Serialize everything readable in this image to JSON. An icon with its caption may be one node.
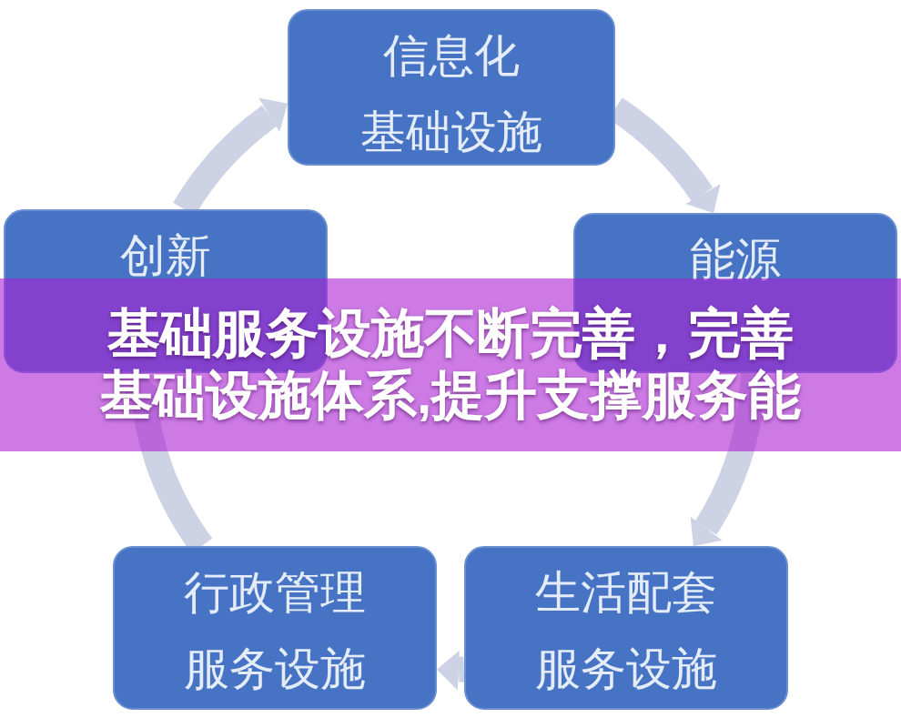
{
  "diagram": {
    "caption": "基础服务设施不断完善，完善基础设施体系,提升支撑服务能",
    "nodes": [
      {
        "text": [
          "信息化",
          "基础设施"
        ]
      },
      {
        "text": [
          "创新"
        ]
      },
      {
        "text": [
          "能源"
        ]
      },
      {
        "text": [
          "行政管理",
          "服务设施"
        ]
      },
      {
        "text": [
          "生活配套",
          "服务设施"
        ]
      }
    ],
    "edges": [
      {
        "from": 0,
        "to": 2,
        "arrow": "to"
      },
      {
        "from": 2,
        "to": 4,
        "arrow": "to"
      },
      {
        "from": 4,
        "to": 3,
        "arrow": "to"
      },
      {
        "from": 3,
        "to": 1,
        "arrow": "to"
      },
      {
        "from": 1,
        "to": 0,
        "arrow": "to"
      }
    ]
  }
}
